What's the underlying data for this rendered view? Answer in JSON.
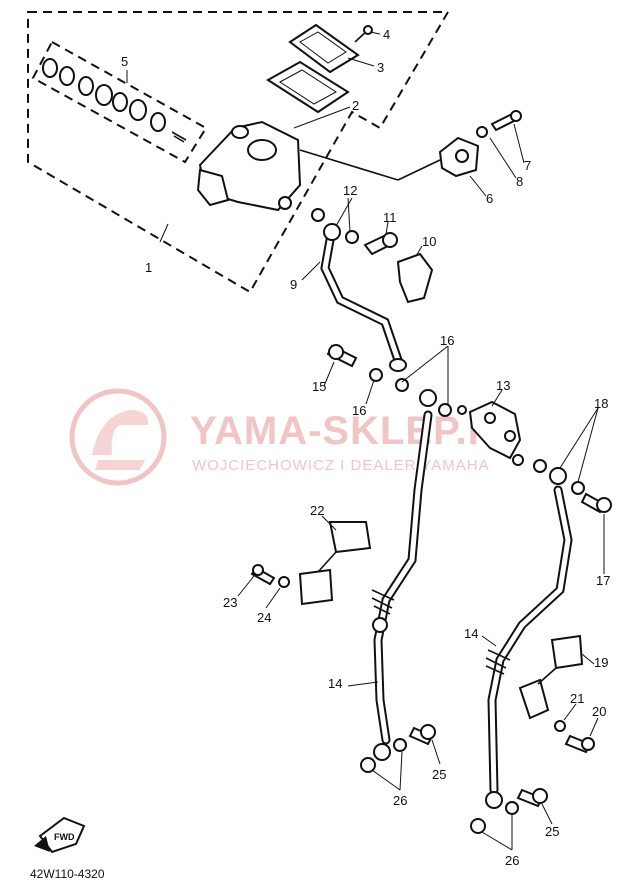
{
  "watermark": {
    "title": "YAMA-SKLEP.PL",
    "subtitle": "WOJCIECHOWICZ I DEALER YAMAHA"
  },
  "diagram_code": "42W110-4320",
  "forward_badge": "FWD",
  "callouts": [
    {
      "id": "1",
      "label": "1"
    },
    {
      "id": "2",
      "label": "2"
    },
    {
      "id": "3",
      "label": "3"
    },
    {
      "id": "4",
      "label": "4"
    },
    {
      "id": "5",
      "label": "5"
    },
    {
      "id": "6",
      "label": "6"
    },
    {
      "id": "7",
      "label": "7"
    },
    {
      "id": "8",
      "label": "8"
    },
    {
      "id": "9",
      "label": "9"
    },
    {
      "id": "10",
      "label": "10"
    },
    {
      "id": "11",
      "label": "11"
    },
    {
      "id": "12",
      "label": "12"
    },
    {
      "id": "13",
      "label": "13"
    },
    {
      "id": "14a",
      "label": "14"
    },
    {
      "id": "14b",
      "label": "14"
    },
    {
      "id": "15",
      "label": "15"
    },
    {
      "id": "16a",
      "label": "16"
    },
    {
      "id": "16b",
      "label": "16"
    },
    {
      "id": "17",
      "label": "17"
    },
    {
      "id": "18",
      "label": "18"
    },
    {
      "id": "19",
      "label": "19"
    },
    {
      "id": "20",
      "label": "20"
    },
    {
      "id": "21",
      "label": "21"
    },
    {
      "id": "22",
      "label": "22"
    },
    {
      "id": "23",
      "label": "23"
    },
    {
      "id": "24",
      "label": "24"
    },
    {
      "id": "25a",
      "label": "25"
    },
    {
      "id": "25b",
      "label": "25"
    },
    {
      "id": "26a",
      "label": "26"
    },
    {
      "id": "26b",
      "label": "26"
    }
  ]
}
